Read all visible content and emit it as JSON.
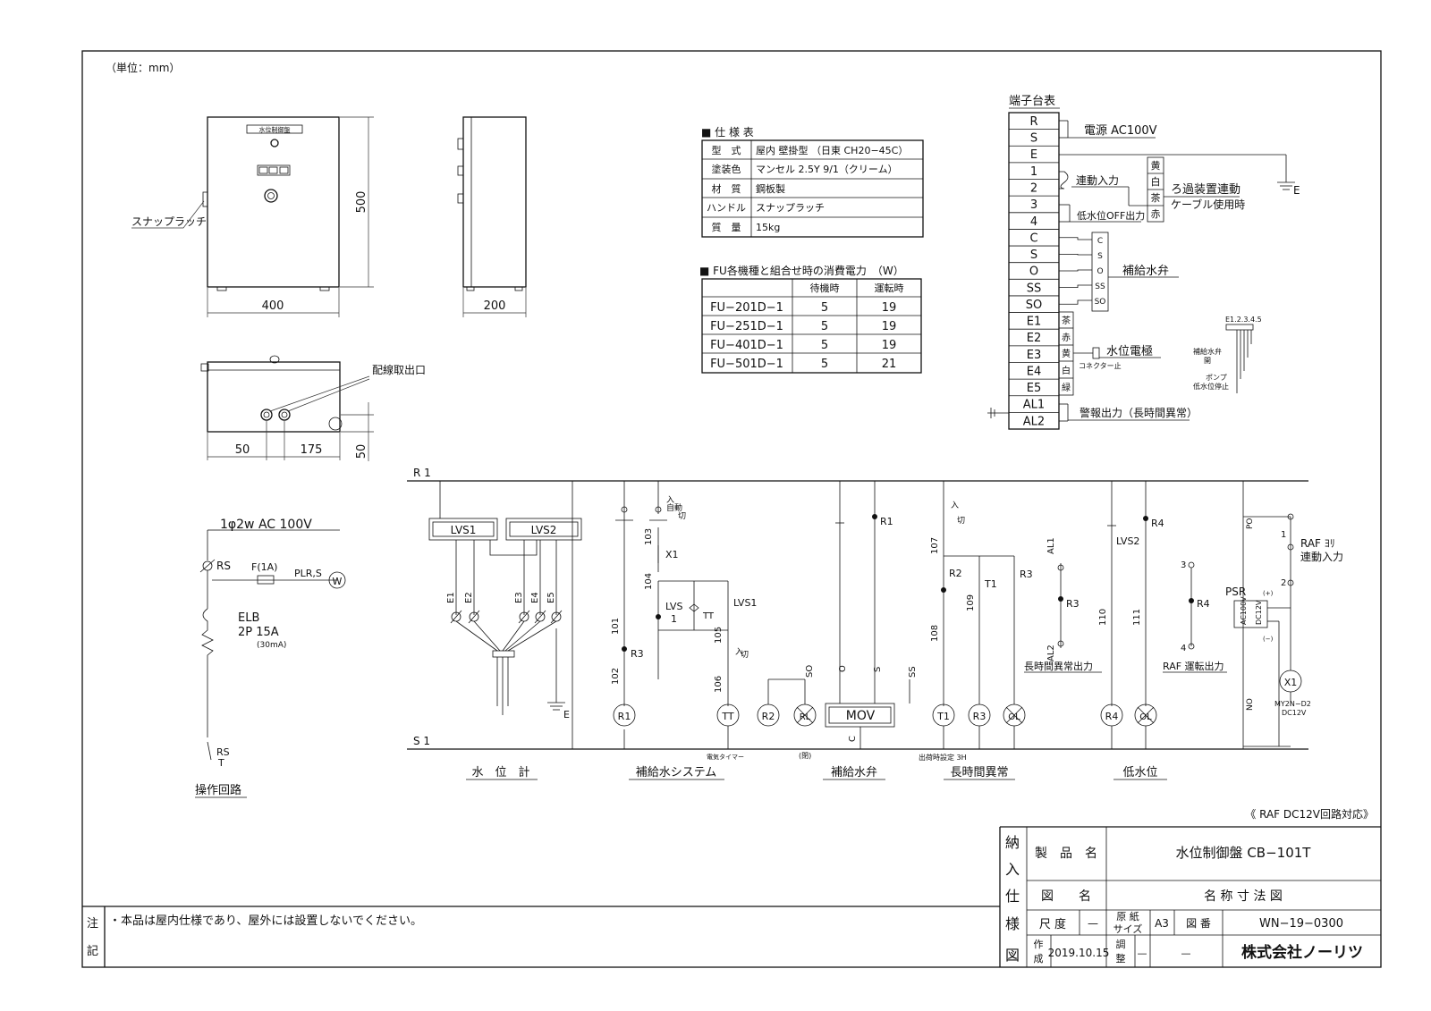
{
  "unit_note": "（単位：mm）",
  "cabinet": {
    "name_plate": "水位制御盤",
    "snap_latch": "スナップラッチ",
    "dim_height": "500",
    "dim_width": "400",
    "dim_depth": "200",
    "wiring_outlet": "配線取出口",
    "dim_bottom_1": "50",
    "dim_bottom_2": "175",
    "dim_bottom_3": "50"
  },
  "spec_table": {
    "title": "■ 仕 様 表",
    "rows": [
      {
        "label": "型　式",
        "value": "屋内 壁掛型 （日東 CH20−45C）"
      },
      {
        "label": "塗装色",
        "value": "マンセル 2.5Y 9/1（クリーム）"
      },
      {
        "label": "材　質",
        "value": "鋼板製"
      },
      {
        "label": "ハンドル",
        "value": "スナップラッチ"
      },
      {
        "label": "質　量",
        "value": "15kg"
      }
    ]
  },
  "power_table": {
    "title": "■ FU各機種と組合せ時の消費電力　（W）",
    "headers": [
      "",
      "待機時",
      "運転時"
    ],
    "rows": [
      [
        "FU−201D−1",
        "5",
        "19"
      ],
      [
        "FU−251D−1",
        "5",
        "19"
      ],
      [
        "FU−401D−1",
        "5",
        "19"
      ],
      [
        "FU−501D−1",
        "5",
        "21"
      ]
    ]
  },
  "terminal": {
    "title": "端子台表",
    "rows": [
      "R",
      "S",
      "E",
      "1",
      "2",
      "3",
      "4",
      "C",
      "S",
      "O",
      "SS",
      "SO",
      "E1",
      "E2",
      "E3",
      "E4",
      "E5",
      "AL1",
      "AL2"
    ],
    "power_label": "電源 AC100V",
    "link_input": "連動入力",
    "link_colors": [
      "黄",
      "白",
      "茶",
      "赤"
    ],
    "filter_link_1": "ろ過装置連動",
    "filter_link_2": "ケーブル使用時",
    "earth_label": "E",
    "low_level_out": "低水位OFF出力",
    "valve_terms": [
      "C",
      "S",
      "O",
      "SS",
      "SO"
    ],
    "valve_label": "補給水弁",
    "electrode_colors": [
      "茶",
      "赤",
      "黄",
      "白",
      "緑"
    ],
    "electrode_label": "水位電極",
    "connector_label": "コネクター止",
    "alarm_label": "警報出力（長時間異常）",
    "probe_header": "E1.2.3.4.5",
    "probe_note_1": "補給水弁",
    "probe_note_2": "開",
    "probe_note_3": "ポンプ",
    "probe_note_4": "低水位停止"
  },
  "circuit": {
    "r1": "R 1",
    "s1": "S 1",
    "power_spec": "1φ2w AC 100V",
    "rs_top": "RS",
    "fuse": "F(1A)",
    "pilot": "PLR,S",
    "pilot_sym": "W",
    "elb_1": "ELB",
    "elb_2": "2P 15A",
    "elb_3": "(30mA)",
    "rs_bottom_1": "RS",
    "rs_bottom_2": "T",
    "op_circuit": "操作回路",
    "lvs1": "LVS1",
    "lvs2": "LVS2",
    "electrodes": [
      "E1",
      "E2",
      "E3",
      "E4",
      "E5"
    ],
    "earth": "E",
    "sw_auto": "自動",
    "sw_on": "入",
    "sw_off": "切",
    "nodes": [
      "103",
      "104",
      "101",
      "102",
      "105",
      "106",
      "107",
      "108",
      "109",
      "110",
      "111"
    ],
    "x1": "X1",
    "lvs_1": "LVS",
    "lvs_1b": "1",
    "tt": "TT",
    "lvs1_b": "LVS1",
    "r3": "R3",
    "r1_coil": "R1",
    "tt_coil": "TT",
    "tt_note": "電気タイマー",
    "r2_coil": "R2",
    "rl": "RL",
    "rl_note": "(閉)",
    "mov": "MOV",
    "so": "SO",
    "o": "O",
    "s": "S",
    "ss": "SS",
    "c": "C",
    "r1_contact": "R1",
    "r2_contact": "R2",
    "t1_contact": "T1",
    "r3_contact": "R3",
    "t1_coil": "T1",
    "t1_note": "出荷時設定 3H",
    "r3_coil": "R3",
    "ol": "OL",
    "al1": "AL1",
    "al2": "AL2",
    "alarm_out": "長時間異常出力",
    "lvs2_contact": "LVS2",
    "r4_contact": "R4",
    "r4_coil": "R4",
    "ol2": "OL",
    "raf_run_3": "3",
    "raf_run_4": "4",
    "raf_run_r4": "R4",
    "raf_run": "RAF 運転出力",
    "po": "PO",
    "no": "NO",
    "psr": "PSR",
    "psr_ac": "AC100V",
    "psr_dc": "DC12V",
    "plus": "(+)",
    "minus": "(−)",
    "raf_link_1": "1",
    "raf_link_2": "2",
    "raf_link_label_1": "RAF ﾖﾘ",
    "raf_link_label_2": "連動入力",
    "x1_coil": "X1",
    "x1_model_1": "MY2N−D2",
    "x1_model_2": "DC12V",
    "sections": [
      "水　位　計",
      "補給水システム",
      "補給水弁",
      "長時間異常",
      "低水位"
    ],
    "raf_note": "《 RAF DC12V回路対応》"
  },
  "title_block": {
    "delivery": [
      "納",
      "入",
      "仕",
      "様",
      "図"
    ],
    "product_name_label": "製　品　名",
    "product_name": "水位制御盤 CB−101T",
    "drawing_name_label": "図　　名",
    "drawing_name": "名 称 寸 法 図",
    "scale_label": "尺 度",
    "scale_value": "—",
    "paper_label_1": "原 紙",
    "paper_label_2": "サイズ",
    "paper_value": "A3",
    "drawing_no_label": "図 番",
    "drawing_no": "WN−19−0300",
    "made_label_1": "作",
    "made_label_2": "成",
    "made_date": "2019.10.15",
    "check_label_1": "調",
    "check_label_2": "整",
    "check_value_1": "—",
    "check_value_2": "—",
    "company": "株式会社ノーリツ"
  },
  "notes": {
    "label_1": "注",
    "label_2": "記",
    "text": "・本品は屋内仕様であり、屋外には設置しないでください。"
  }
}
